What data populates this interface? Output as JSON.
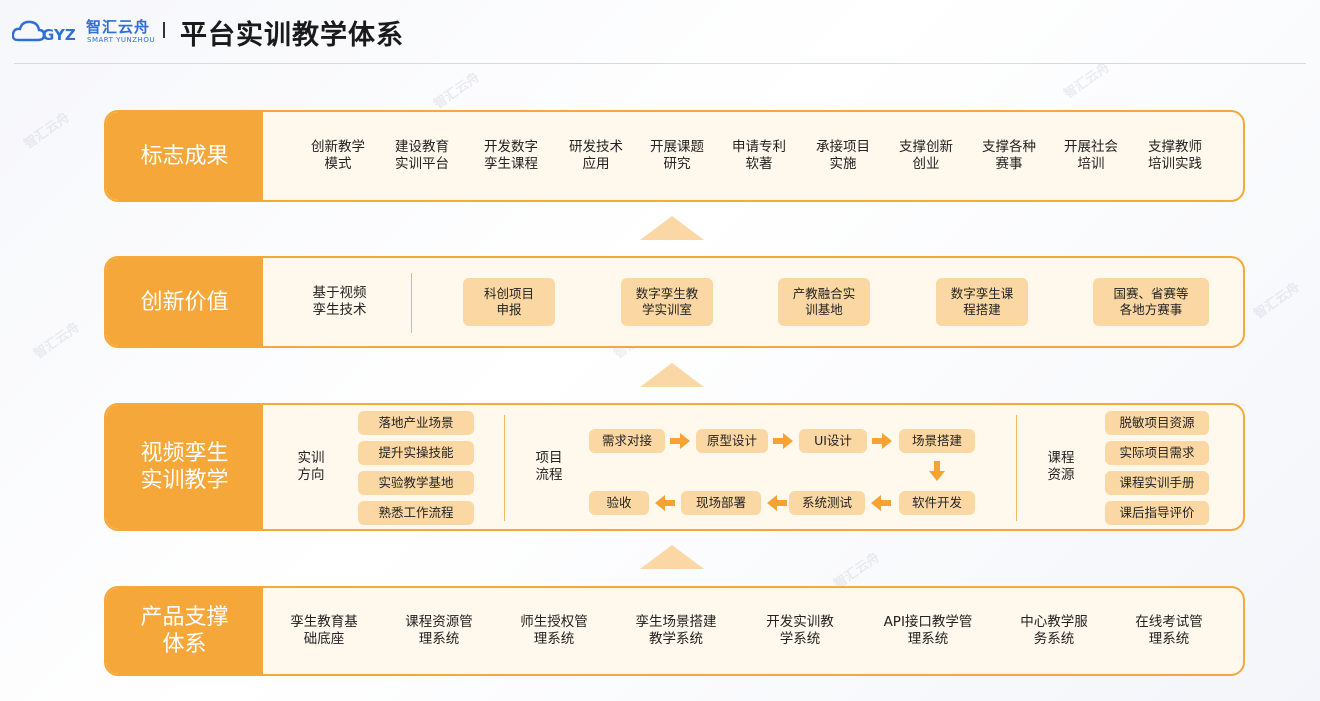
{
  "header": {
    "logo_cn": "智汇云舟",
    "logo_en": "SMART YUNZHOU",
    "logo_mark": "GYZ",
    "title": "平台实训教学体系"
  },
  "watermark": "智汇云舟",
  "rows": {
    "achievements": {
      "label": "标志成果",
      "items": [
        [
          "创新教学",
          "模式"
        ],
        [
          "建设教育",
          "实训平台"
        ],
        [
          "开发数字",
          "孪生课程"
        ],
        [
          "研发技术",
          "应用"
        ],
        [
          "开展课题",
          "研究"
        ],
        [
          "申请专利",
          "软著"
        ],
        [
          "承接项目",
          "实施"
        ],
        [
          "支撑创新",
          "创业"
        ],
        [
          "支撑各种",
          "赛事"
        ],
        [
          "开展社会",
          "培训"
        ],
        [
          "支撑教师",
          "培训实践"
        ]
      ]
    },
    "innovation": {
      "label": "创新价值",
      "lead": [
        "基于视频",
        "孪生技术"
      ],
      "chips": [
        [
          "科创项目",
          "申报"
        ],
        [
          "数字孪生教",
          "学实训室"
        ],
        [
          "产教融合实",
          "训基地"
        ],
        [
          "数字孪生课",
          "程搭建"
        ],
        [
          "国赛、省赛等",
          "各地方赛事"
        ]
      ]
    },
    "training": {
      "label": [
        "视频孪生",
        "实训教学"
      ],
      "direction_title": [
        "实训",
        "方向"
      ],
      "directions": [
        "落地产业场景",
        "提升实操技能",
        "实验教学基地",
        "熟悉工作流程"
      ],
      "process_title": [
        "项目",
        "流程"
      ],
      "process_top": [
        "需求对接",
        "原型设计",
        "UI设计",
        "场景搭建"
      ],
      "process_bottom": [
        "验收",
        "现场部署",
        "系统测试",
        "软件开发"
      ],
      "resource_title": [
        "课程",
        "资源"
      ],
      "resources": [
        "脱敏项目资源",
        "实际项目需求",
        "课程实训手册",
        "课后指导评价"
      ]
    },
    "products": {
      "label": [
        "产品支撑",
        "体系"
      ],
      "items": [
        [
          "孪生教育基",
          "础底座"
        ],
        [
          "课程资源管",
          "理系统"
        ],
        [
          "师生授权管",
          "理系统"
        ],
        [
          "孪生场景搭建",
          "教学系统"
        ],
        [
          "开发实训教",
          "学系统"
        ],
        [
          "API接口教学管",
          "理系统"
        ],
        [
          "中心教学服",
          "务系统"
        ],
        [
          "在线考试管",
          "理系统"
        ]
      ]
    }
  },
  "colors": {
    "accent": "#f6a73a",
    "chip": "#fbd8a3",
    "row_bg": "#fff8ec",
    "brand_blue": "#2f6fd6"
  }
}
